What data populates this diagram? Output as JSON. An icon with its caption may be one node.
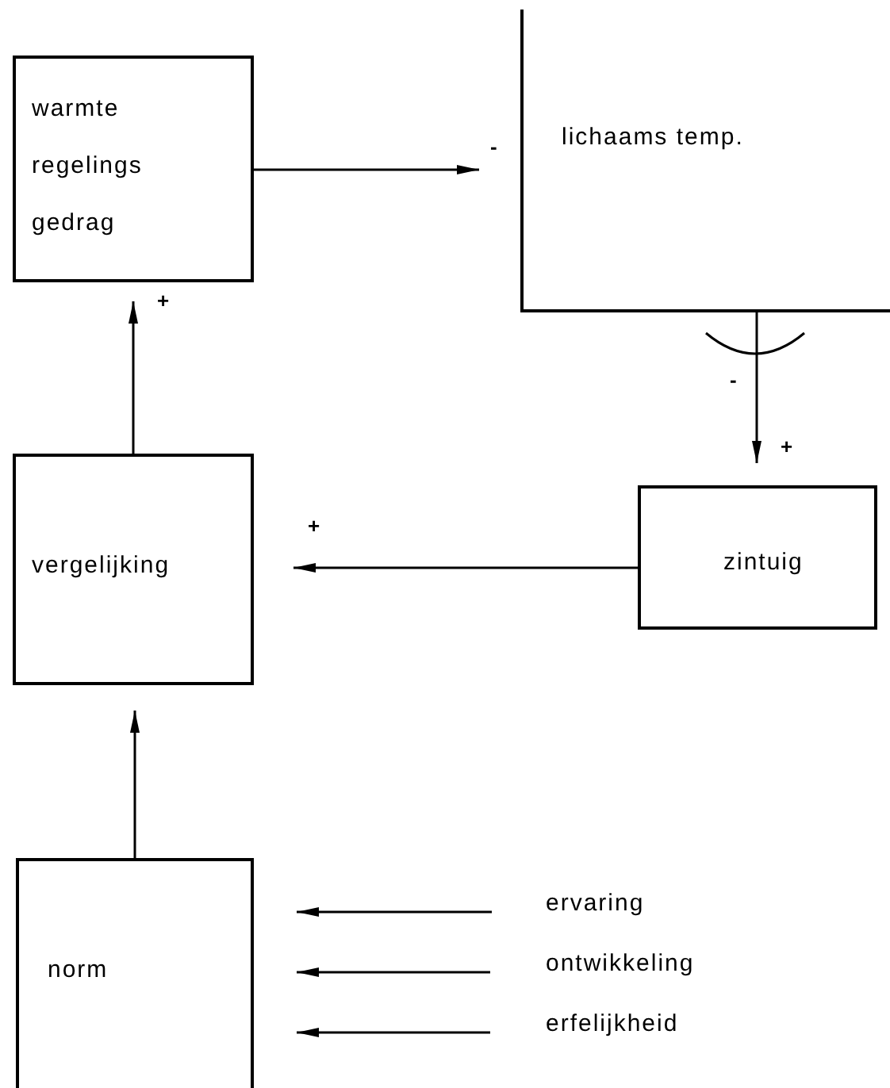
{
  "diagram": {
    "nodes": [
      {
        "text": [
          "warmte regelings gedrag"
        ]
      },
      {
        "text": [
          "lichaams temp."
        ]
      },
      {
        "text": [
          "vergelijking"
        ]
      },
      {
        "text": [
          "zintuig"
        ]
      },
      {
        "text": [
          "norm"
        ]
      },
      {
        "text": [
          "ervaring"
        ]
      },
      {
        "text": [
          "ontwikkeling"
        ]
      },
      {
        "text": [
          "erfelijkheid"
        ]
      }
    ],
    "edges": [
      {
        "from": 0,
        "to": 1,
        "arrow": "to"
      },
      {
        "from": 1,
        "to": 3,
        "arrow": "to"
      },
      {
        "from": 3,
        "to": 2,
        "arrow": "to"
      },
      {
        "from": 2,
        "to": 0,
        "arrow": "to"
      },
      {
        "from": 4,
        "to": 2,
        "arrow": "to"
      },
      {
        "from": 5,
        "to": 4,
        "arrow": "to"
      },
      {
        "from": 6,
        "to": 4,
        "arrow": "to"
      },
      {
        "from": 7,
        "to": 4,
        "arrow": "to"
      }
    ],
    "labels": [
      "-",
      "+",
      "-",
      "+",
      "+"
    ]
  }
}
